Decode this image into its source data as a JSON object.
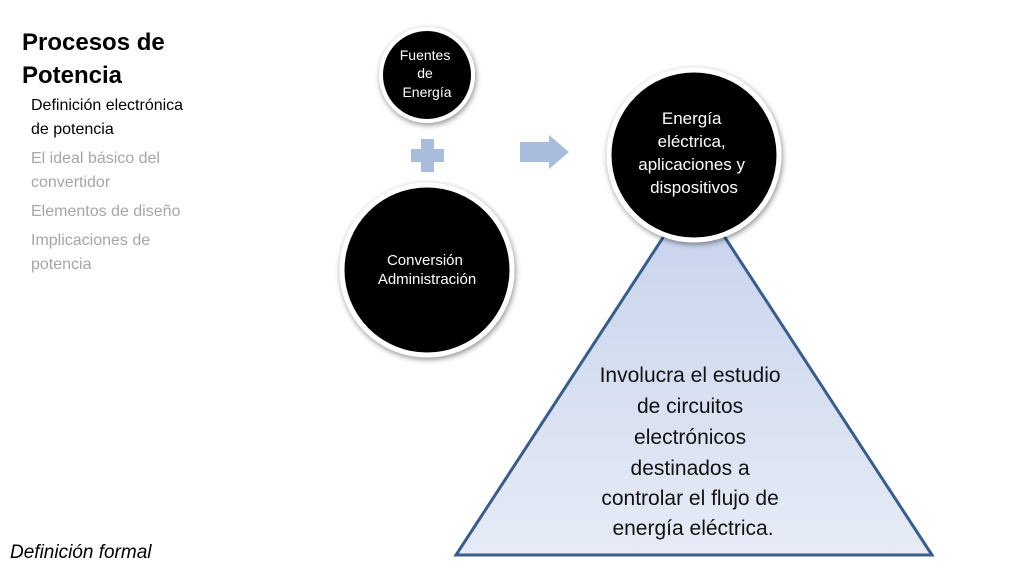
{
  "title_lines": [
    "Procesos de",
    "Potencia"
  ],
  "nav": [
    {
      "label_lines": [
        "Definición electrónica",
        "de potencia"
      ],
      "active": true
    },
    {
      "label_lines": [
        "El ideal básico del",
        "convertidor"
      ],
      "active": false
    },
    {
      "label_lines": [
        "Elementos de diseño"
      ],
      "active": false
    },
    {
      "label_lines": [
        "Implicaciones de",
        "potencia"
      ],
      "active": false
    }
  ],
  "footer_note": "Definición formal",
  "diagram": {
    "sources": {
      "lines": [
        "Fuentes",
        "de",
        "Energía"
      ]
    },
    "conversion": {
      "lines": [
        "Conversión",
        "Administración"
      ]
    },
    "output": {
      "lines": [
        "Energía",
        "eléctrica,",
        "aplicaciones y",
        "dispositivos"
      ]
    },
    "pyramid": {
      "lines": [
        "Involucra el estudio",
        "de circuitos",
        "electrónicos",
        "destinados a",
        "controlar el flujo de",
        "energía eléctrica."
      ]
    },
    "colors": {
      "circle_fill": "#000000",
      "circle_stroke": "#ffffff",
      "symbol": "#a9bcdc",
      "triangle_fill_top": "#c5d2ec",
      "triangle_fill_bottom": "#e6ebf6",
      "triangle_stroke": "#385d8a"
    }
  }
}
